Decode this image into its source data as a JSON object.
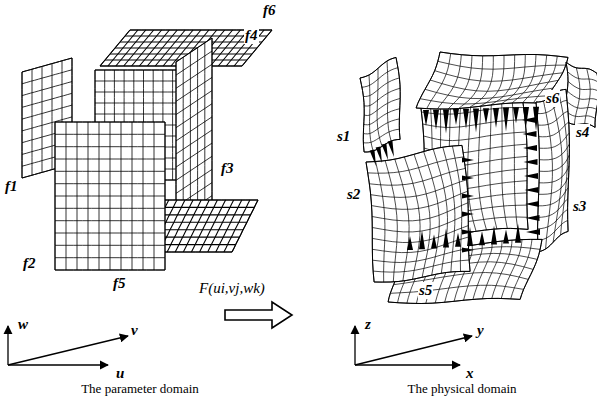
{
  "diagram": {
    "labels": [
      "f6",
      "f4",
      "f1",
      "f3",
      "f2",
      "f5",
      "F(ui,vj,wk)",
      "s1",
      "s6",
      "s4",
      "s2",
      "s3",
      "s5",
      "w",
      "v",
      "u",
      "z",
      "y",
      "x",
      "The parameter domain",
      "The physical domain"
    ]
  }
}
